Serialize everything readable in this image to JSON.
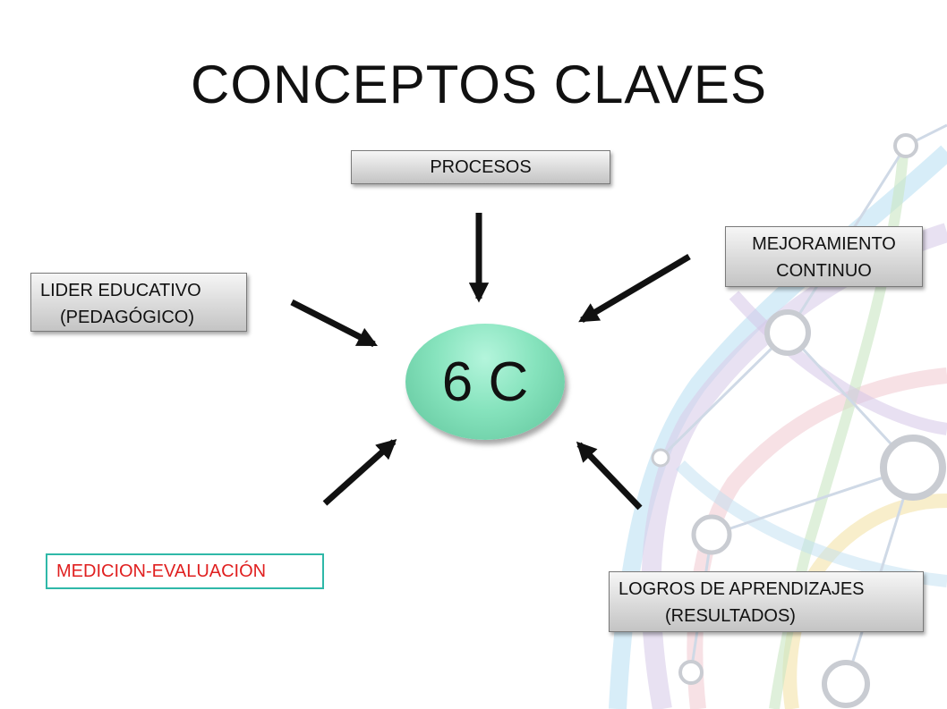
{
  "slide": {
    "title": "CONCEPTOS CLAVES",
    "center": "6 C",
    "nodes": {
      "procesos": [
        "PROCESOS"
      ],
      "mejoramiento": [
        "MEJORAMIENTO",
        "CONTINUO"
      ],
      "lider": [
        "LIDER EDUCATIVO",
        "(PEDAGÓGICO)"
      ],
      "logros": [
        "LOGROS DE APRENDIZAJES",
        "(RESULTADOS)"
      ],
      "medicion": [
        "MEDICION-EVALUACIÓN"
      ]
    }
  },
  "colors": {
    "center_fill": "#86e3bd",
    "medicion_text": "#e02020",
    "medicion_border": "#2fb8a8",
    "arrow": "#111111"
  },
  "icons": {
    "arrow": "arrow-icon"
  }
}
